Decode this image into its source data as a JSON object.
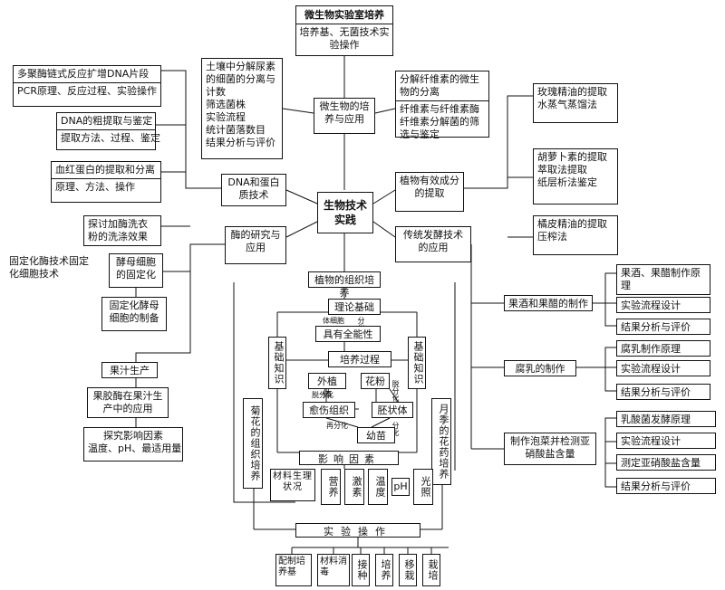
{
  "center": {
    "label": "生物技术实践"
  },
  "micro": {
    "title": "微生物实验室培养",
    "sub": "培养基、无菌技术实验操作",
    "hub": "微生物的培养与应用",
    "urea": [
      "土壤中分解尿素的细菌的分离与计数",
      "筛选菌株",
      "实验流程",
      "统计菌落数目",
      "结果分析与评价"
    ],
    "cellulose_title": "分解纤维素的微生物的分离",
    "cellulose_sub": "纤维素与纤维素酶纤维素分解菌的筛选与鉴定"
  },
  "dna": {
    "hub": "DNA和蛋白质技术",
    "pcr_title": "多聚酶链式反应扩增DNA片段",
    "pcr_sub": "PCR原理、反应过程、实验操作",
    "extract_title": "DNA的粗提取与鉴定",
    "extract_sub": "提取方法、过程、鉴定",
    "hb_title": "血红蛋白的提取和分离",
    "hb_sub": "原理、方法、操作"
  },
  "plant_extract": {
    "hub": "植物有效成分的提取",
    "rose_title": "玫瑰精油的提取",
    "rose_sub": "水蒸气蒸馏法",
    "carotene_title": "胡萝卜素的提取",
    "carotene_sub1": "萃取法提取",
    "carotene_sub2": "纸层析法鉴定",
    "orange_title": "橘皮精油的提取",
    "orange_sub": "压榨法"
  },
  "enzyme": {
    "hub": "酶的研究与应用",
    "detergent": "探讨加酶洗衣粉的洗涤效果",
    "immob_label": "固定化酶技术固定化细胞技术",
    "yeast": "酵母细胞的固定化",
    "yeast_prep": "固定化酵母细胞的制备",
    "juice": "果汁生产",
    "pectinase": "果胶酶在果汁生产中的应用",
    "factors_title": "探究影响因素",
    "factors_sub": "温度、pH、最适用量"
  },
  "ferment": {
    "hub": "传统发酵技术的应用",
    "wine": "果酒和果醋的制作",
    "wine_items": [
      "果酒、果醋制作原理",
      "实验流程设计",
      "结果分析与评价"
    ],
    "sufu": "腐乳的制作",
    "sufu_items": [
      "腐乳制作原理",
      "实验流程设计",
      "结果分析与评价"
    ],
    "pickle": "制作泡菜并检测亚硝酸盐含量",
    "pickle_items": [
      "乳酸菌发酵原理",
      "实验流程设计",
      "测定亚硝酸盐含量",
      "结果分析与评价"
    ]
  },
  "tissue": {
    "title": "植物的组织培养",
    "theory": "理论基础",
    "theory_note": "体细胞",
    "theory_note2": "分化",
    "totipotency": "具有全能性",
    "basic": "基础知识",
    "process": "培养过程",
    "explant": "外植体",
    "pollen": "花粉",
    "dediff": "脱分化",
    "dediff2": "脱分化",
    "callus": "愈伤组织",
    "embryoid": "胚状体",
    "rediff": "再分化",
    "diff": "分化",
    "seedling": "幼苗",
    "chrysanthemum": "菊花的组织培养",
    "rose_anther": "月季的花药培养",
    "factors": "影响因素",
    "factor_items": [
      "材料生理状况",
      "营养",
      "激素",
      "温度",
      "pH",
      "光照"
    ],
    "ops": "实验操作",
    "op_items": [
      "配制培养基",
      "材料消毒",
      "接种",
      "培养",
      "移栽",
      "栽培"
    ]
  }
}
